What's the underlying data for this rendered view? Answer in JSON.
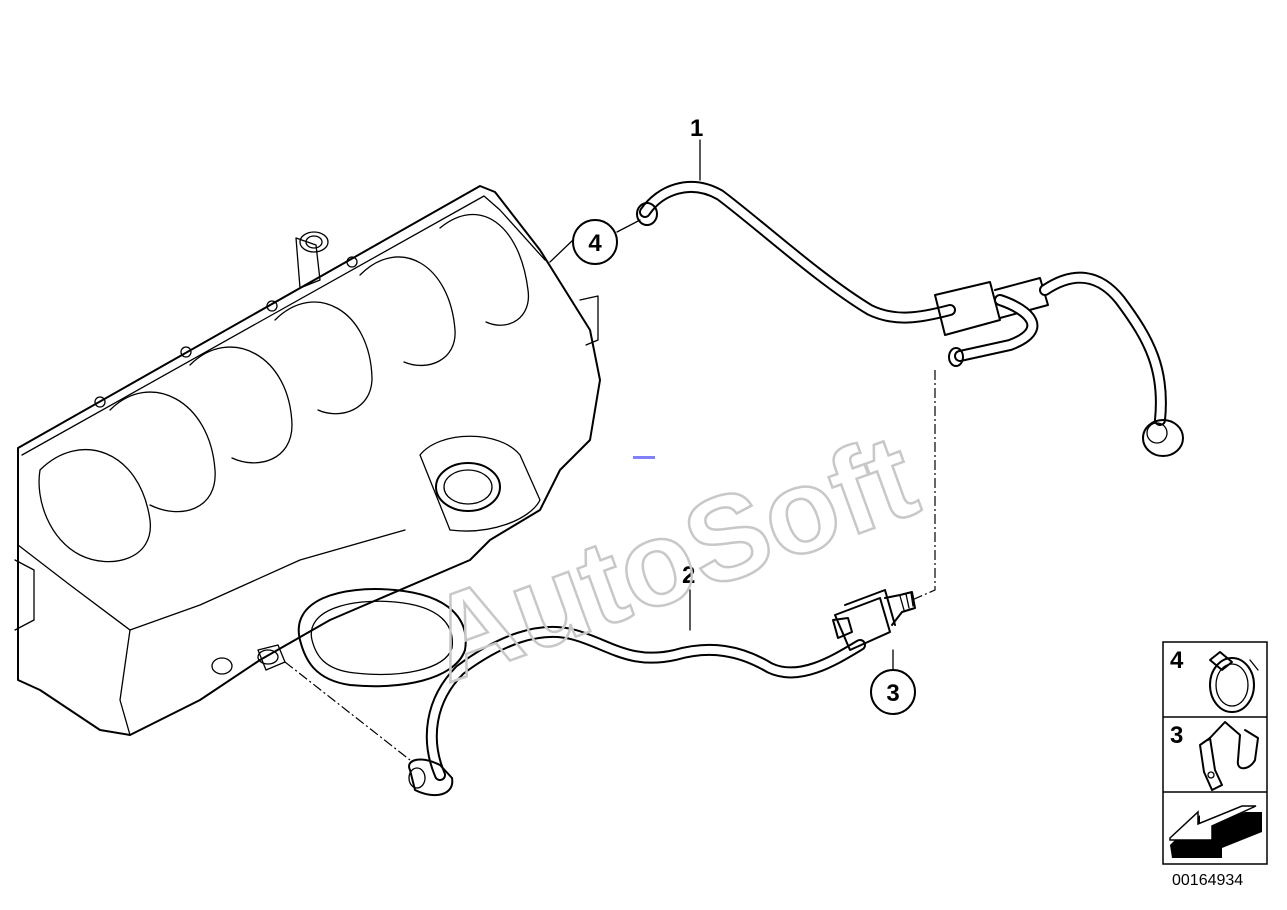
{
  "parts": [
    {
      "number": "1"
    },
    {
      "number": "2"
    },
    {
      "number": "3"
    },
    {
      "number": "4"
    }
  ],
  "callouts": {
    "four": "4",
    "three": "3"
  },
  "legend": {
    "row1": "4",
    "row2": "3"
  },
  "watermark": "AutoSoft",
  "diagram_code": "00164934"
}
